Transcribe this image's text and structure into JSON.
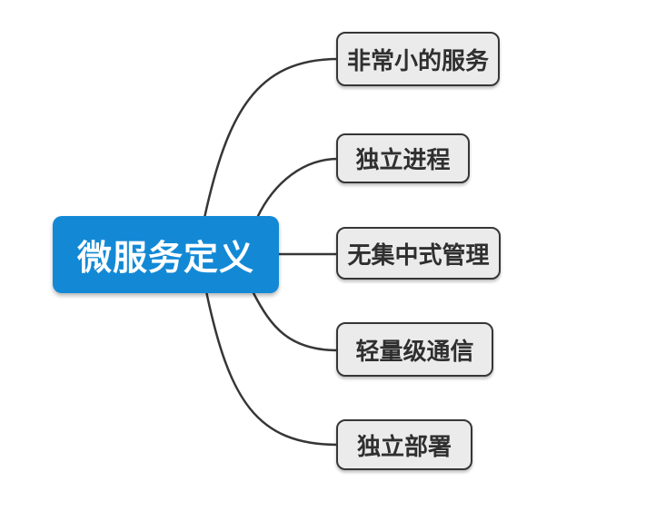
{
  "diagram": {
    "type": "mindmap",
    "background_color": "#ffffff",
    "connector_color": "#363636",
    "root": {
      "label": "微服务定义",
      "fill_color": "#1389d6",
      "text_color": "#ffffff"
    },
    "branch_style": {
      "fill_color": "#ebebeb",
      "border_color": "#363636",
      "text_color": "#2f2f2f"
    },
    "branches": [
      {
        "label": "非常小的服务"
      },
      {
        "label": "独立进程"
      },
      {
        "label": "无集中式管理"
      },
      {
        "label": "轻量级通信"
      },
      {
        "label": "独立部署"
      }
    ]
  }
}
